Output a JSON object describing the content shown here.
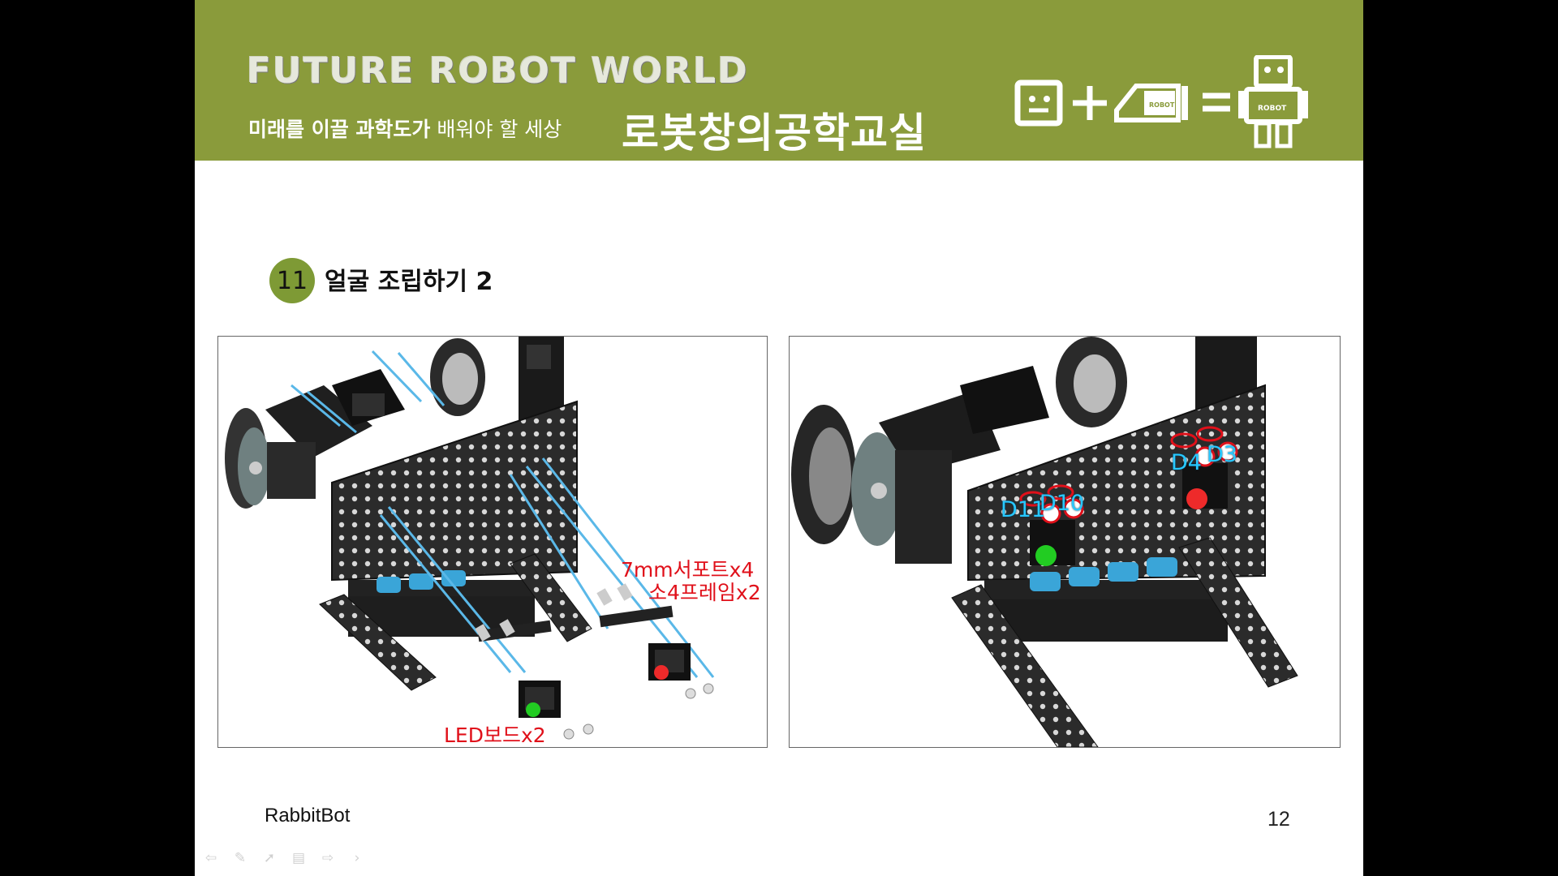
{
  "header": {
    "title": "FUTURE ROBOT WORLD",
    "subtitle_bold": "미래를 이끌 과학도가",
    "subtitle_light": " 배워야 할 세상",
    "course_name": "로봇창의공학교실"
  },
  "step": {
    "number": "11",
    "title": "얼굴 조립하기 2"
  },
  "left_panel": {
    "labels": {
      "support": "7mm서포트x4",
      "frame": "소4프레임x2",
      "led_board": "LED보드x2"
    }
  },
  "right_panel": {
    "labels": {
      "d11": "D11",
      "d10": "D10",
      "d4": "D4",
      "d3": "D3"
    }
  },
  "footer": {
    "product": "RabbitBot",
    "page_number": "12"
  },
  "colors": {
    "banner": "#8a9b3b",
    "badge": "#7e9a35",
    "label_red": "#e0101a",
    "label_cyan": "#28c8ff"
  },
  "nav": {
    "icons": [
      "back-arrow-icon",
      "pen-icon",
      "pointer-icon",
      "menu-icon",
      "forward-arrow-icon",
      "next-icon"
    ]
  }
}
